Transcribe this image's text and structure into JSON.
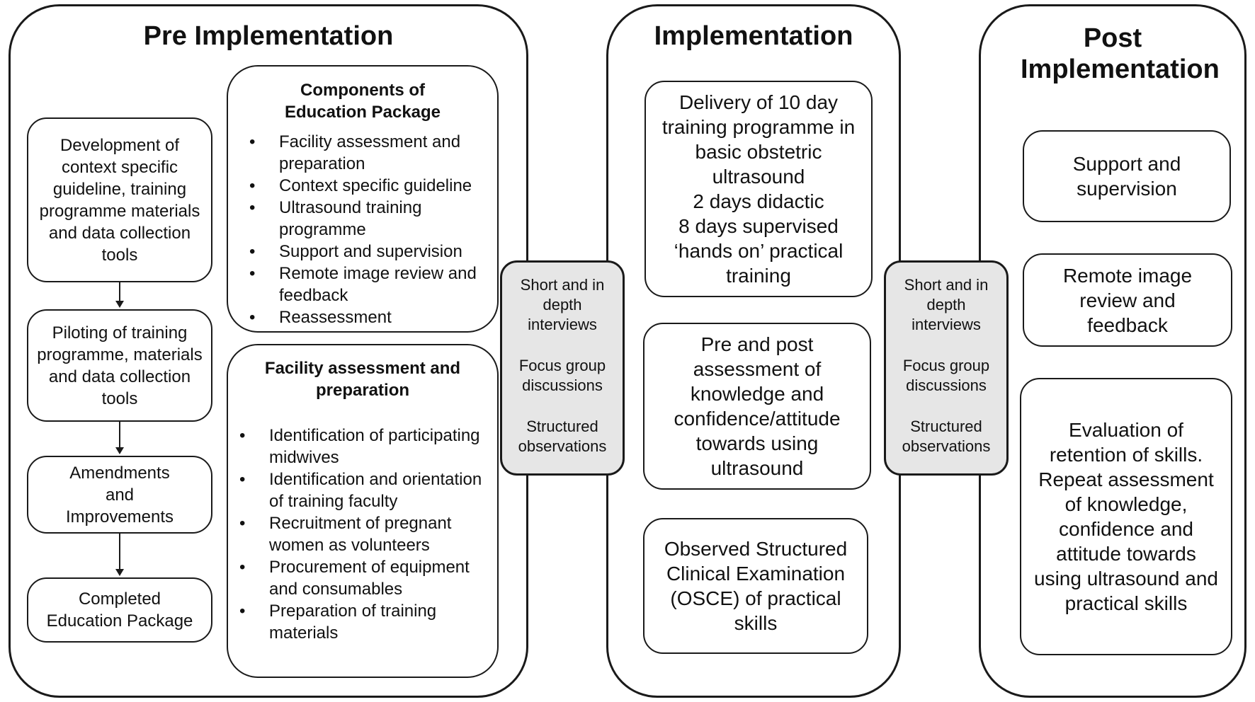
{
  "pre": {
    "title": "Pre Implementation",
    "steps": [
      "Development of context specific guideline, training programme materials and data collection tools",
      "Piloting of training programme, materials and data collection tools",
      "Amendments and Improvements",
      "Completed Education Package"
    ],
    "components": {
      "title": "Components of Education Package",
      "items": [
        "Facility assessment and preparation",
        "Context specific guideline",
        "Ultrasound training programme",
        "Support and supervision",
        "Remote image review and feedback",
        "Reassessment"
      ]
    },
    "facility": {
      "title": "Facility assessment and preparation",
      "items": [
        "Identification of participating midwives",
        "Identification and orientation of training faculty",
        "Recruitment of pregnant women as volunteers",
        "Procurement of equipment and consumables",
        "Preparation of training materials"
      ]
    }
  },
  "methods": {
    "interviews": "Short and in depth interviews",
    "focus": "Focus group discussions",
    "observations": "Structured observations"
  },
  "implementation": {
    "title": "Implementation",
    "delivery": {
      "line1": "Delivery of 10 day training programme in basic obstetric ultrasound",
      "line2": "2 days didactic",
      "line3": "8 days supervised ‘hands on’ practical training"
    },
    "assessment": "Pre and post assessment of knowledge and confidence/attitude towards using ultrasound",
    "osce": "Observed Structured Clinical Examination (OSCE) of practical skills"
  },
  "post": {
    "title": "Post Implementation",
    "support": "Support and supervision",
    "remote": "Remote image review and feedback",
    "evaluation": "Evaluation of retention of skills. Repeat assessment of knowledge, confidence and attitude towards using ultrasound and practical skills"
  }
}
